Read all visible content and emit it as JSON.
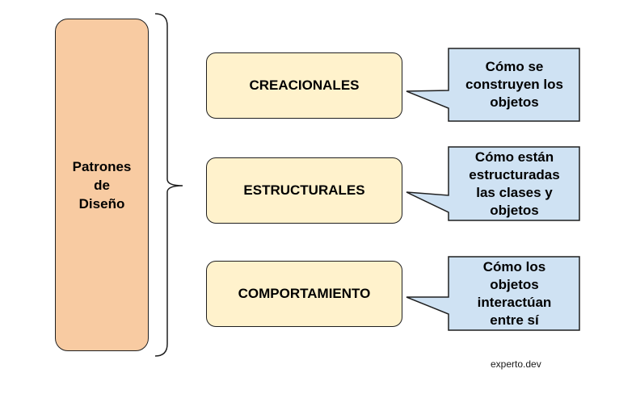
{
  "root": {
    "label": "Patrones\nde\nDiseño",
    "fill": "#f8cba2"
  },
  "categories": [
    {
      "label": "CREACIONALES",
      "description": "Cómo se\nconstruyen los\nobjetos"
    },
    {
      "label": "ESTRUCTURALES",
      "description": "Cómo están\nestructuradas\nlas clases y\nobjetos"
    },
    {
      "label": "COMPORTAMIENTO",
      "description": "Cómo los\nobjetos\ninteractúan\nentre sí"
    }
  ],
  "colors": {
    "category_fill": "#fff2cc",
    "callout_fill": "#cfe2f3",
    "stroke": "#1f1f1f"
  },
  "footer": {
    "source": "experto.dev"
  }
}
